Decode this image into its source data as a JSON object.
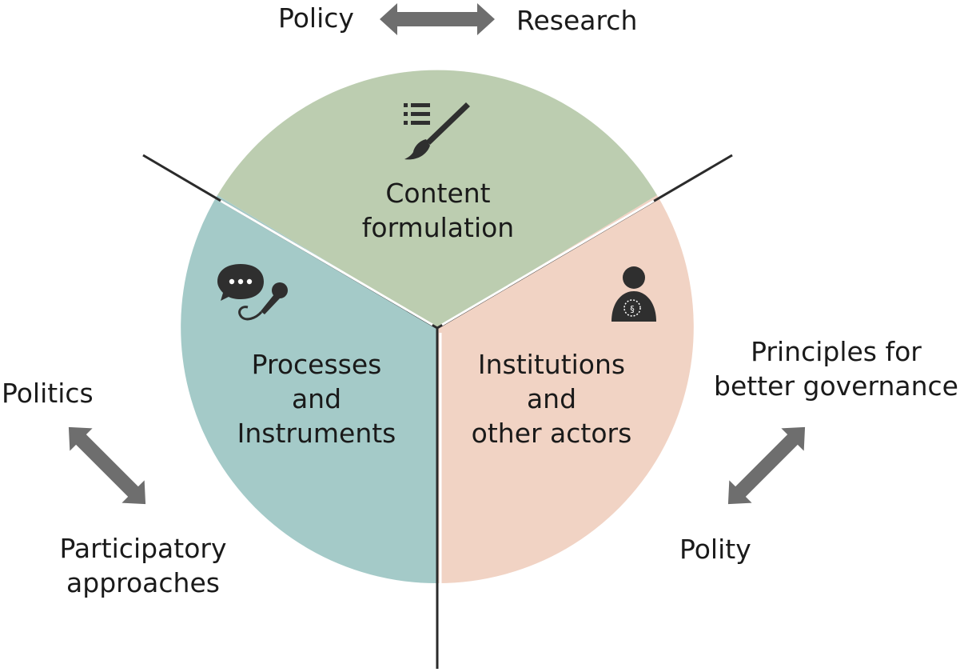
{
  "axes": {
    "top": {
      "left_label": "Policy",
      "right_label": "Research"
    },
    "left": {
      "top_label": "Politics",
      "bottom_label": [
        "Participatory",
        "approaches"
      ]
    },
    "right": {
      "top_label": [
        "Principles for",
        "better governance"
      ],
      "bottom_label": "Polity"
    }
  },
  "segments": [
    {
      "id": "content",
      "lines": [
        "Content",
        "formulation"
      ],
      "icon": "list-brush-icon",
      "color": "#bccdb0"
    },
    {
      "id": "processes",
      "lines": [
        "Processes",
        "and",
        "Instruments"
      ],
      "icon": "speech-microphone-icon",
      "color": "#a4cac8"
    },
    {
      "id": "institutions",
      "lines": [
        "Institutions",
        "and",
        "other actors"
      ],
      "icon": "person-paragraph-icon",
      "color": "#f1d3c4"
    }
  ],
  "colors": {
    "arrow": "#6e6e6e",
    "divider": "#2b2b2b",
    "icon": "#2f2f2f"
  }
}
